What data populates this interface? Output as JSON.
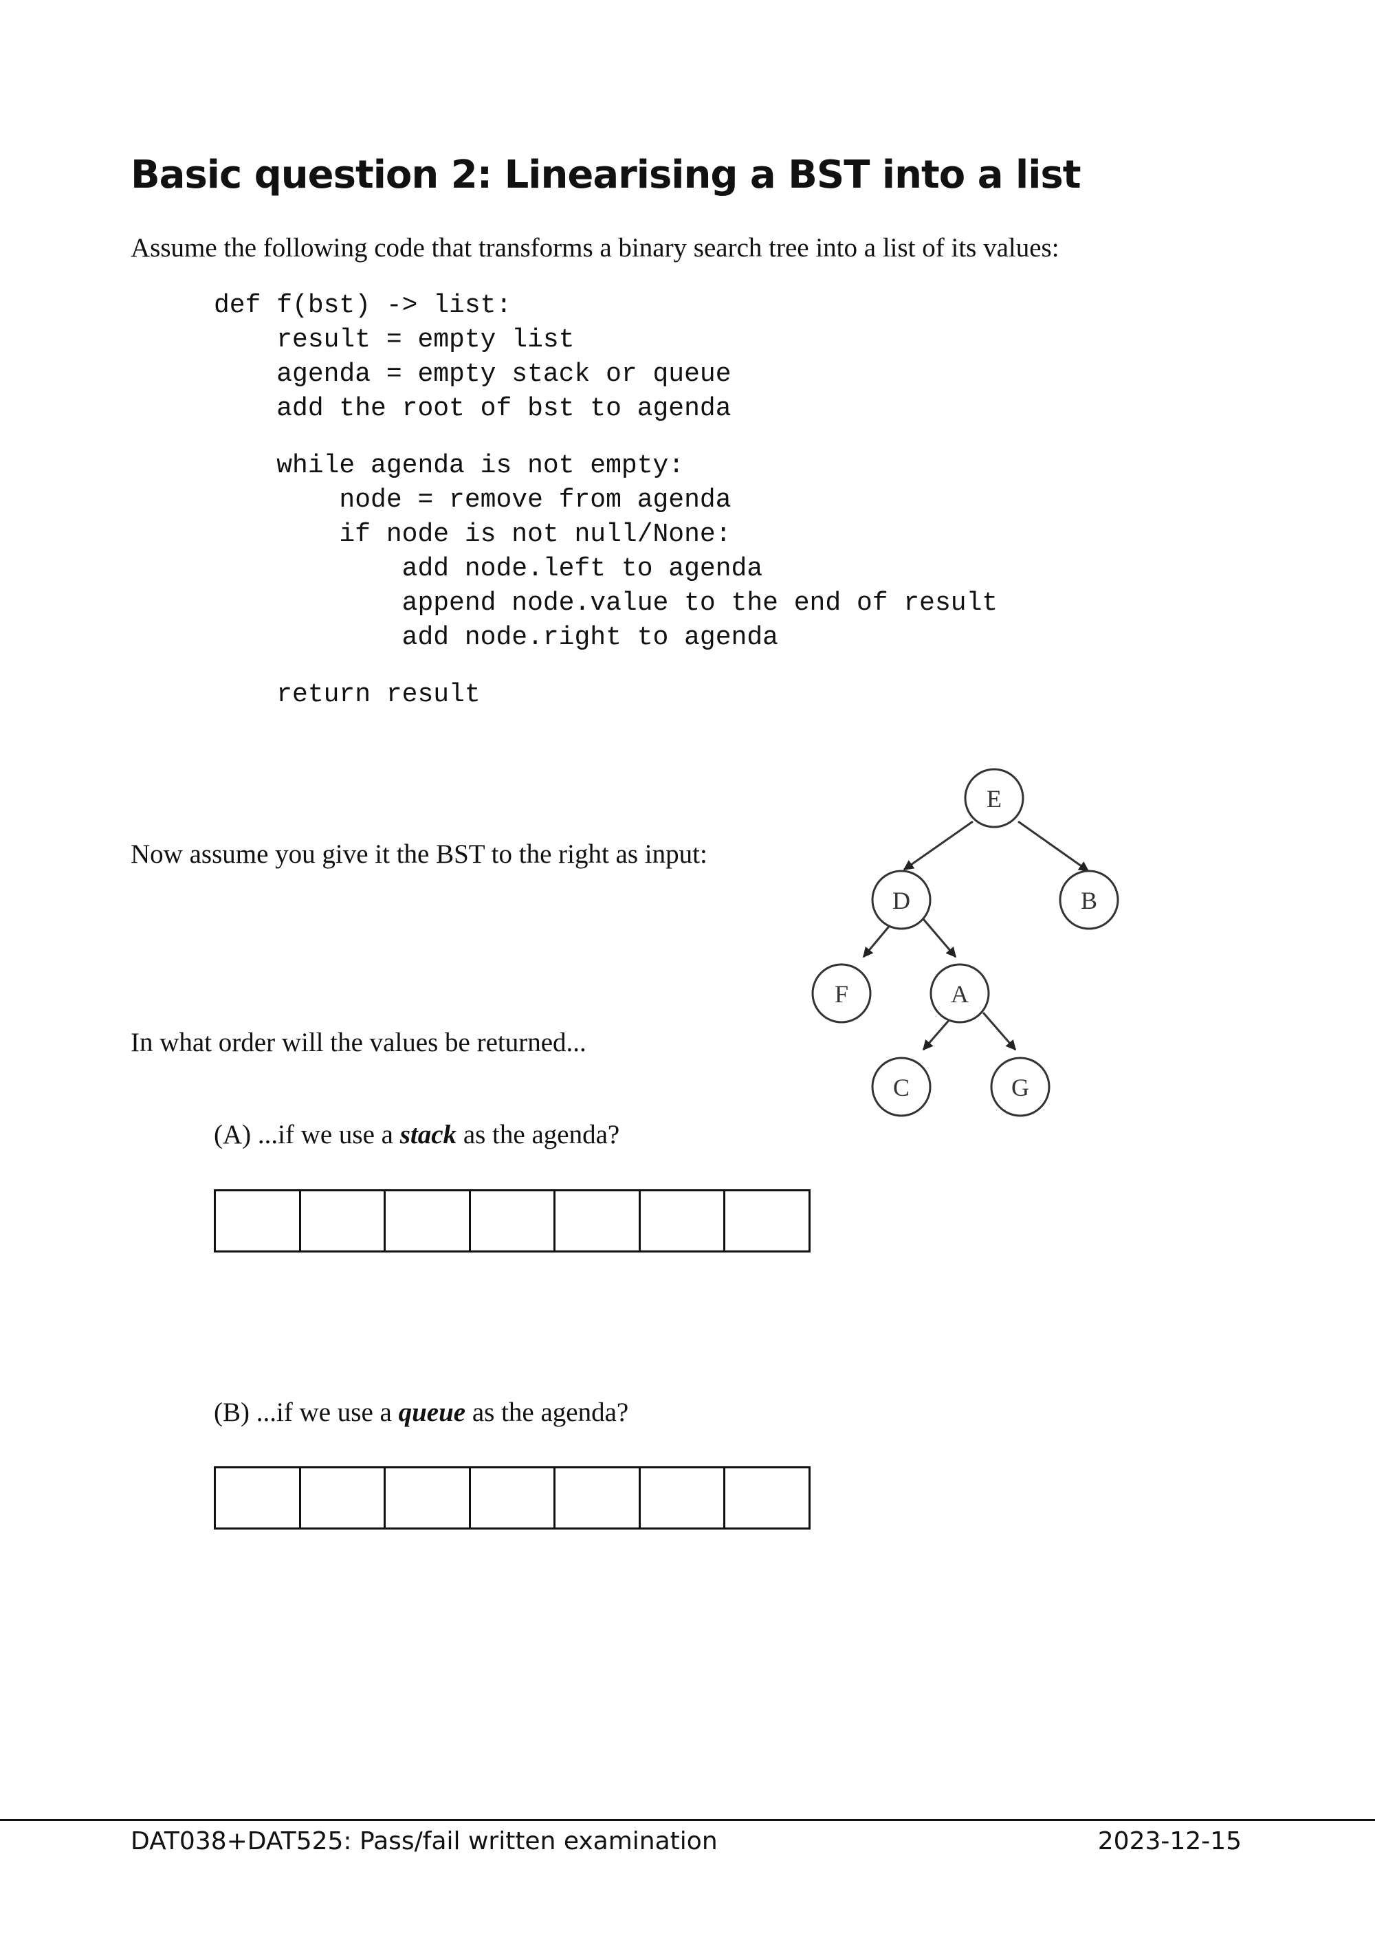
{
  "heading": "Basic question 2: Linearising a BST into a list",
  "intro": "Assume the following code that transforms a binary search tree into a list of its values:",
  "code": {
    "block1": [
      "def f(bst) -> list:",
      "    result = empty list",
      "    agenda = empty stack or queue",
      "    add the root of bst to agenda"
    ],
    "block2": [
      "    while agenda is not empty:",
      "        node = remove from agenda",
      "        if node is not null/None:",
      "            add node.left to agenda",
      "            append node.value to the end of result",
      "            add node.right to agenda"
    ],
    "block3": [
      "    return result"
    ]
  },
  "input_text": "Now assume you give it the BST to the right as input:",
  "order_question": "In what order will the values be returned...",
  "question_a": {
    "prefix": "(A) ...if we use a ",
    "emphasis": "stack",
    "suffix": " as the agenda?",
    "cells": 7
  },
  "question_b": {
    "prefix": "(B) ...if we use a ",
    "emphasis": "queue",
    "suffix": " as the agenda?",
    "cells": 7
  },
  "tree": {
    "nodes": [
      "E",
      "D",
      "B",
      "F",
      "A",
      "C",
      "G"
    ]
  },
  "footer": {
    "left": "DAT038+DAT525: Pass/fail written examination",
    "right": "2023-12-15"
  }
}
